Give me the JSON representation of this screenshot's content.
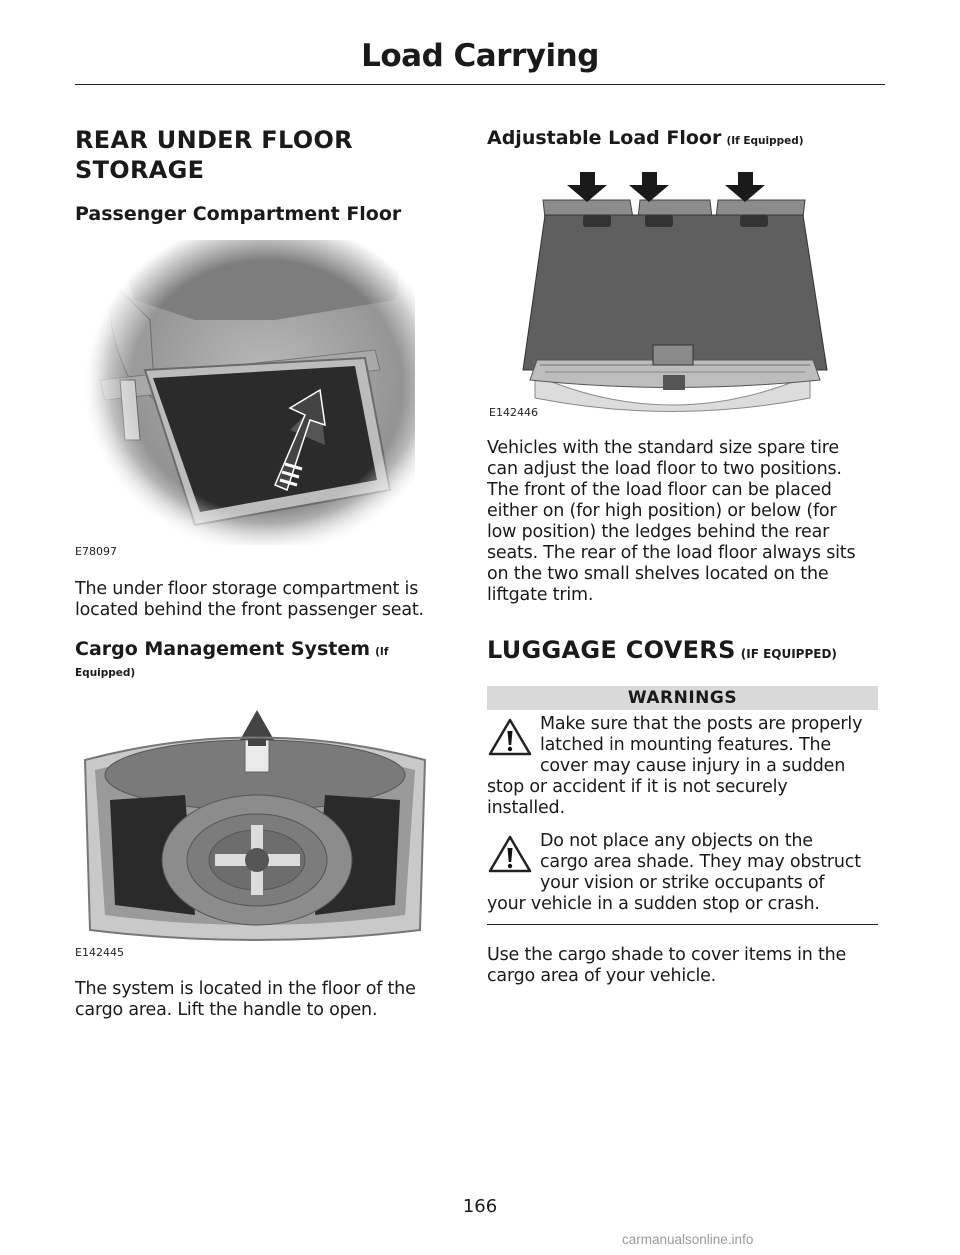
{
  "header": {
    "title": "Load Carrying"
  },
  "left": {
    "section_title_line1": "REAR UNDER FLOOR",
    "section_title_line2": "STORAGE",
    "subsection1": "Passenger Compartment Floor",
    "fig1_id": "E78097",
    "para1_line1": "The under floor storage compartment is",
    "para1_line2": "located behind the front passenger seat.",
    "subsection2": "Cargo Management System",
    "subsection2_small_a": "(If",
    "subsection2_small_b": "Equipped)",
    "fig2_id": "E142445",
    "para2_line1": "The system is located in the floor of the",
    "para2_line2": "cargo area. Lift the handle to open."
  },
  "right": {
    "subsection3": "Adjustable Load Floor",
    "subsection3_small": "(If Equipped)",
    "fig3_id": "E142446",
    "para3_lines": [
      "Vehicles with the standard size spare tire",
      "can adjust the load floor to two positions.",
      "The front of the load floor can be placed",
      "either on (for high position) or below (for",
      "low position) the ledges behind the rear",
      "seats. The rear of the load floor always sits",
      "on the two small shelves located on the",
      "liftgate trim."
    ],
    "section2_title": "LUGGAGE COVERS",
    "section2_small": "(IF EQUIPPED)",
    "warnings_label": "WARNINGS",
    "warning1_lines": [
      "Make sure that the posts are properly",
      "latched in mounting features. The",
      "cover may cause injury in a sudden",
      "stop or accident if it is not securely",
      "installed."
    ],
    "warning2_lines": [
      "Do not place any objects on the",
      "cargo area shade. They may obstruct",
      "your vision or strike occupants of",
      "your vehicle in a sudden stop or crash."
    ],
    "para4_line1": "Use the cargo shade to cover items in the",
    "para4_line2": "cargo area of your vehicle."
  },
  "footer": {
    "page_number": "166",
    "url": "carmanualsonline.info"
  }
}
